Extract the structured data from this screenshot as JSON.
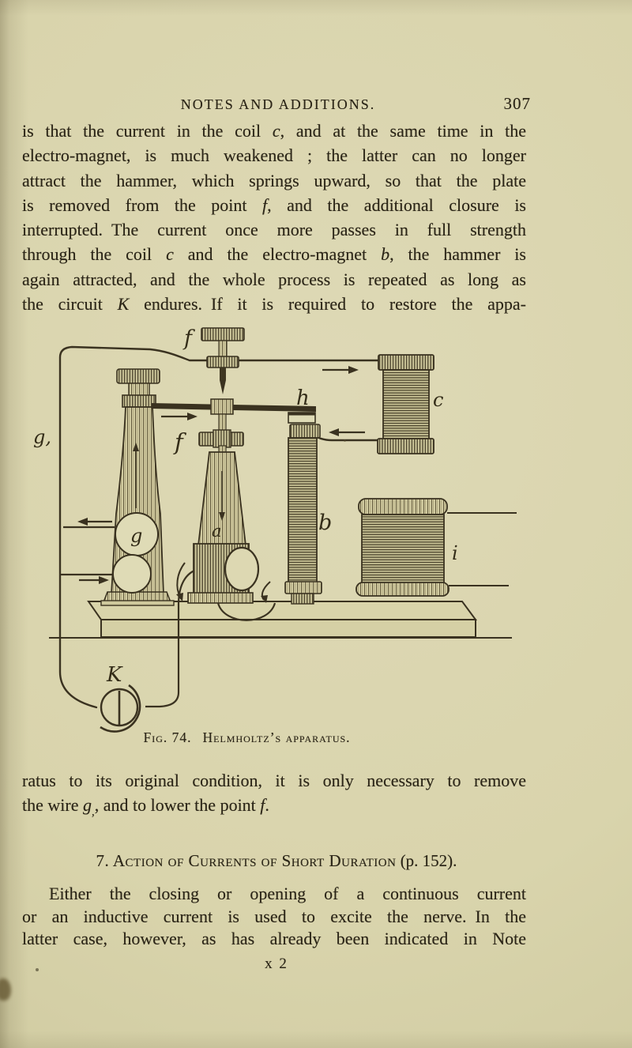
{
  "colors": {
    "paper": "#d8d4ab",
    "ink": "#2b2517",
    "engraving": "#3a3220"
  },
  "header": {
    "title": "NOTES AND ADDITIONS.",
    "page_number": "307"
  },
  "para1": [
    [
      [
        "is that the current in the coil ",
        0
      ],
      [
        "c",
        1
      ],
      [
        ", and at the same time in the",
        0
      ]
    ],
    [
      [
        "electro-magnet, is much weakened ; the latter can no longer",
        0
      ]
    ],
    [
      [
        "attract the hammer, which springs upward, so that the plate",
        0
      ]
    ],
    [
      [
        "is removed from the point ",
        0
      ],
      [
        "f",
        1
      ],
      [
        ", and the additional closure is",
        0
      ]
    ],
    [
      [
        "interrupted. The current once more passes in full strength",
        0
      ]
    ],
    [
      [
        "through the coil ",
        0
      ],
      [
        "c",
        1
      ],
      [
        " and the electro-magnet ",
        0
      ],
      [
        "b",
        1
      ],
      [
        ", the hammer is",
        0
      ]
    ],
    [
      [
        "again attracted, and the whole process is repeated as long as",
        0
      ]
    ],
    [
      [
        "the circuit ",
        0
      ],
      [
        "K",
        1
      ],
      [
        " endures. If it is required to restore the appa-",
        0
      ]
    ]
  ],
  "figure": {
    "caption_label": "Fig. 74.",
    "caption_title": "Helmholtz’s apparatus.",
    "labels": {
      "f_top": "f",
      "g_wire": "g,",
      "g_pillar": "g",
      "f_screw": "f",
      "a_column": "a",
      "h_lever": "h",
      "b_magnet": "b",
      "c_coil": "c",
      "i_coil": "i",
      "k_battery": "K"
    }
  },
  "para2": [
    [
      [
        "ratus to its original condition, it is only necessary to remove",
        0
      ]
    ],
    [
      [
        "the wire ",
        0
      ],
      [
        "g",
        1
      ],
      [
        ",",
        2
      ],
      [
        ", and to lower the point ",
        0
      ],
      [
        "f",
        1
      ],
      [
        ".",
        0
      ]
    ]
  ],
  "section": {
    "number_title": "7. Action of Currents of Short Duration",
    "page_ref": " (p. 152)."
  },
  "para3": [
    [
      [
        "Either the closing or opening of a continuous current",
        0
      ]
    ],
    [
      [
        "or an inductive current is used to excite the nerve. In the",
        0
      ]
    ],
    [
      [
        "latter case, however, as has already been indicated in Note",
        0
      ]
    ]
  ],
  "signature": "x 2"
}
